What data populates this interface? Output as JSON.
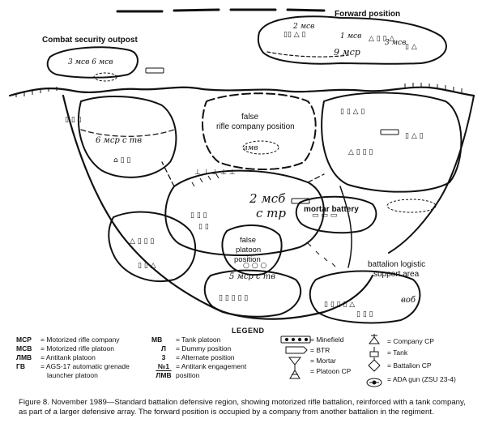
{
  "map": {
    "forward_position": "Forward position",
    "combat_security_outpost": "Combat security outpost",
    "false_rifle_company_line1": "false",
    "false_rifle_company_line2": "rifle company position",
    "false_platoon_line1": "false",
    "false_platoon_line2": "platoon",
    "false_platoon_line3": "position",
    "mortar_battery": "mortar battery",
    "battalion_logistic_line1": "battalion logistic",
    "battalion_logistic_line2": "support area",
    "hw_9msr": "9 мср",
    "hw_2msv": "2 мсв",
    "hw_1msv": "1 мсв",
    "hw_3msv": "3 мсв",
    "hw_3msv_6msv": "3 мсв 6 мсв",
    "hw_6msr_s_tv": "6 мср с тв",
    "hw_2msb_s_tr_1": "2 мсб",
    "hw_2msb_s_tr_2": "с тр",
    "hw_5msr_s_tv": "5 мср с тв",
    "hw_vob": "воб",
    "hw_lmv": "лмв"
  },
  "legend": {
    "title": "LEGEND",
    "col1": [
      {
        "key": "MCP",
        "value": "= Motorized rifle company"
      },
      {
        "key": "MCB",
        "value": "= Motorized rifle platoon"
      },
      {
        "key": "ЛMB",
        "value": "= Antitank platoon"
      },
      {
        "key": "ГB",
        "value": "= AGS-17 automatic grenade"
      },
      {
        "key": "",
        "value": "launcher platoon"
      }
    ],
    "col2": [
      {
        "key": "MB",
        "value": "= Tank platoon"
      },
      {
        "key": "Л",
        "value": "= Dummy position"
      },
      {
        "key": "3",
        "value": "= Alternate position"
      },
      {
        "key": "№1",
        "value": "= Antitank engagement"
      },
      {
        "key": "ЛMB",
        "value": "position"
      }
    ],
    "col3": [
      "= Minefield",
      "= BTR",
      "= Mortar",
      "= Platoon CP"
    ],
    "col4": [
      "= Company CP",
      "= Tank",
      "= Battalion CP",
      "= ADA gun (ZSU 23-4)"
    ]
  },
  "caption": "Figure 8. November 1989—Standard battalion defensive region, showing motorized rifle battalion, reinforced with a tank company, as part of a larger defensive array. The forward position is occupied by a company from another battalion in the regiment."
}
